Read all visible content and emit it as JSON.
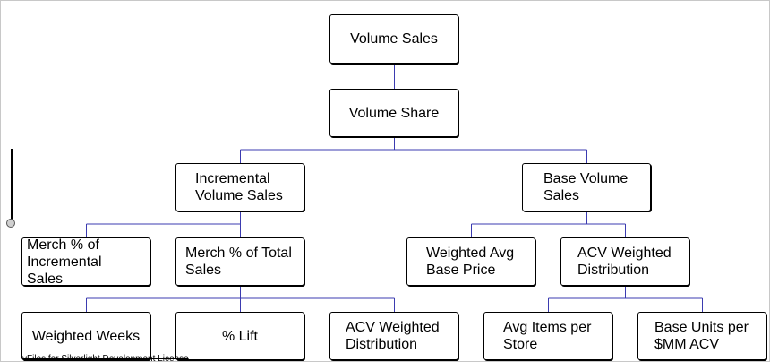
{
  "diagram": {
    "line_color": "#3b3bb0",
    "nodes": {
      "volume_sales": "Volume Sales",
      "volume_share": "Volume Share",
      "incremental_volume_sales": "Incremental\nVolume Sales",
      "base_volume_sales": "Base Volume\nSales",
      "merch_pct_incremental": "Merch % of\nIncremental Sales",
      "merch_pct_total": "Merch % of Total\nSales",
      "weighted_avg_base_price": "Weighted Avg\nBase Price",
      "acv_weighted_distribution_base": "ACV Weighted\nDistribution",
      "weighted_weeks": "Weighted Weeks",
      "pct_lift": "% Lift",
      "acv_weighted_distribution_merch": "ACV Weighted\nDistribution",
      "avg_items_per_store": "Avg Items per\nStore",
      "base_units_per_mm_acv": "Base Units per\n$MM ACV"
    }
  },
  "zoom_slider": {
    "icon": "vertical-slider"
  },
  "watermark": "vFiles for Silverlight Development License"
}
